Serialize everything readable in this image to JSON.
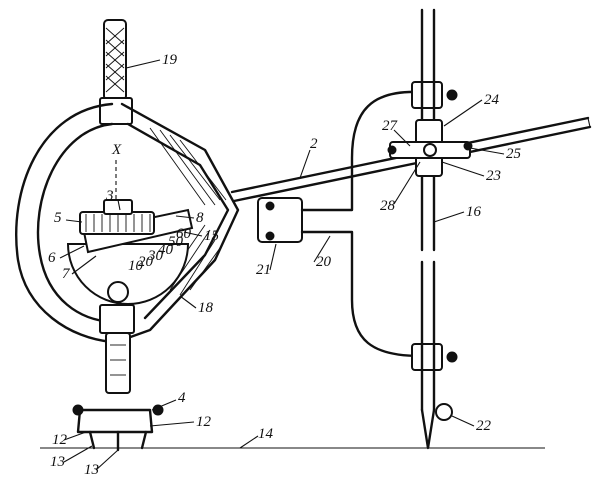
{
  "figure": {
    "labels": {
      "l2": "2",
      "l3": "3",
      "l4": "4",
      "l5": "5",
      "l6": "6",
      "l7": "7",
      "l8": "8",
      "l12a": "12",
      "l12b": "12",
      "l13a": "13",
      "l13b": "13",
      "l14": "14",
      "l15": "15",
      "l16": "16",
      "l18": "18",
      "l19": "19",
      "l20": "20",
      "l21": "21",
      "l22": "22",
      "l23": "23",
      "l24": "24",
      "l25": "25",
      "l27": "27",
      "l28": "28",
      "x_mark": "X"
    },
    "dial_scale": [
      "10",
      "20",
      "30",
      "40",
      "50",
      "60"
    ],
    "colors": {
      "ink": "#111111",
      "paper": "#ffffff"
    }
  }
}
